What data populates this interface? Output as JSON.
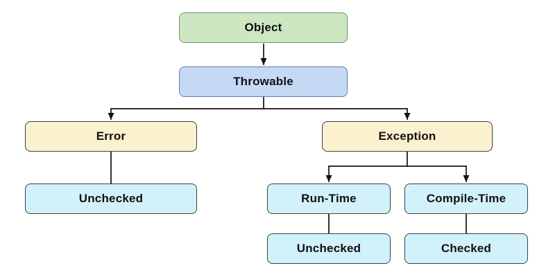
{
  "diagram": {
    "type": "tree",
    "description": "Exception class hierarchy diagram",
    "edge_color": "#111111",
    "nodes": {
      "object": {
        "label": "Object",
        "fill": "#cde7c3",
        "border": "#6d9370"
      },
      "throwable": {
        "label": "Throwable",
        "fill": "#c6d9f4",
        "border": "#5e7cb2"
      },
      "error": {
        "label": "Error",
        "fill": "#fcf1ce",
        "border": "#3d3d3d"
      },
      "exception": {
        "label": "Exception",
        "fill": "#fcf1ce",
        "border": "#3d3d3d"
      },
      "error_unchecked": {
        "label": "Unchecked",
        "fill": "#d2f2fb",
        "border": "#3d3d3d"
      },
      "runtime": {
        "label": "Run-Time",
        "fill": "#d2f2fb",
        "border": "#3d3d3d"
      },
      "compiletime": {
        "label": "Compile-Time",
        "fill": "#d2f2fb",
        "border": "#3d3d3d"
      },
      "runtime_unchecked": {
        "label": "Unchecked",
        "fill": "#d2f2fb",
        "border": "#3d3d3d"
      },
      "checked": {
        "label": "Checked",
        "fill": "#d2f2fb",
        "border": "#3d3d3d"
      }
    },
    "edges": [
      {
        "from": "object",
        "to": "throwable",
        "arrow": true
      },
      {
        "from": "throwable",
        "to": "error",
        "arrow": true
      },
      {
        "from": "throwable",
        "to": "exception",
        "arrow": true
      },
      {
        "from": "error",
        "to": "error_unchecked",
        "arrow": false
      },
      {
        "from": "exception",
        "to": "runtime",
        "arrow": true
      },
      {
        "from": "exception",
        "to": "compiletime",
        "arrow": true
      },
      {
        "from": "runtime",
        "to": "runtime_unchecked",
        "arrow": false
      },
      {
        "from": "compiletime",
        "to": "checked",
        "arrow": false
      }
    ]
  }
}
